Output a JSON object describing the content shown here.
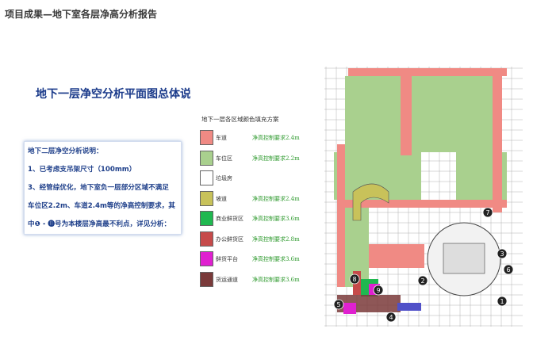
{
  "header": {
    "title": "项目成果—地下室各层净高分析报告"
  },
  "slide": {
    "title": "地下一层净空分析平面图总体说明"
  },
  "description": {
    "lines": [
      "地下二层净空分析说明：",
      "1、已考虑支吊架尺寸（100mm）",
      "3、经管综优化，地下室负一层部分区域不满足",
      "车位区2.2m、车道2.4m等的净高控制要求，其",
      "中❶ - ⓫号为本楼层净高最不利点，详见分析："
    ]
  },
  "legend": {
    "title": "地下一层各区域颜色填充方案",
    "items": [
      {
        "name": "车道",
        "requirement": "净高控制要求2.4m",
        "color": "#f08a84"
      },
      {
        "name": "车位区",
        "requirement": "净高控制要求2.2m",
        "color": "#a9d08e"
      },
      {
        "name": "垃圾房",
        "requirement": "",
        "color": "#ffffff"
      },
      {
        "name": "坡道",
        "requirement": "净高控制要求2.4m",
        "color": "#c8c25a"
      },
      {
        "name": "商业鲜货区",
        "requirement": "净高控制要求3.6m",
        "color": "#20b850"
      },
      {
        "name": "办公鲜货区",
        "requirement": "净高控制要求2.8m",
        "color": "#c64a4a"
      },
      {
        "name": "鲜货平台",
        "requirement": "净高控制要求3.6m",
        "color": "#e020d0"
      },
      {
        "name": "货运通道",
        "requirement": "净高控制要求3.6m",
        "color": "#7a3a3a"
      }
    ]
  },
  "plan_markers": [
    "1",
    "2",
    "3",
    "4",
    "5",
    "6",
    "7",
    "8",
    "9"
  ]
}
